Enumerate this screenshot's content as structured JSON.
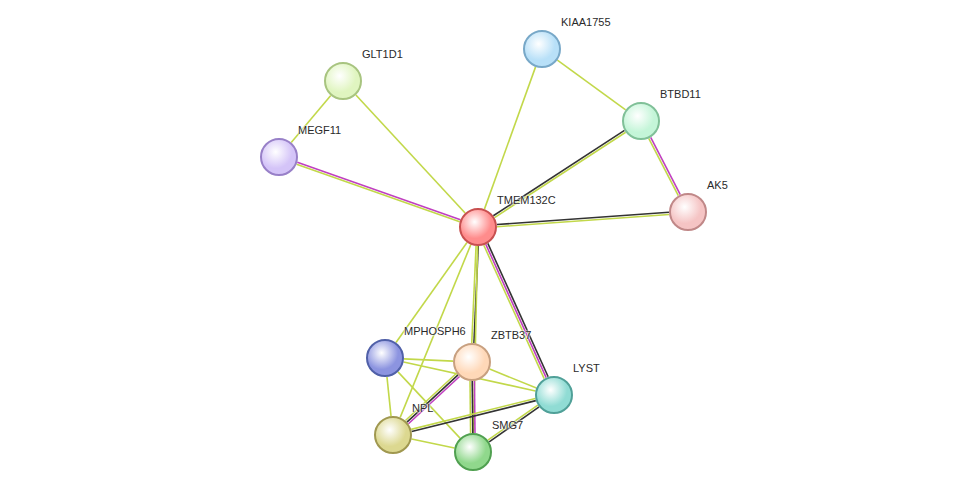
{
  "diagram": {
    "nodes": [
      {
        "text": [
          "KIAA1755"
        ]
      },
      {
        "text": [
          "GLT1D1"
        ]
      },
      {
        "text": [
          "BTBD11"
        ]
      },
      {
        "text": [
          "MEGF11"
        ]
      },
      {
        "text": [
          "AK5"
        ]
      },
      {
        "text": [
          "TMEM132C"
        ]
      },
      {
        "text": [
          "MPHOSPH6"
        ]
      },
      {
        "text": [
          "ZBTB37"
        ]
      },
      {
        "text": [
          "LYST"
        ]
      },
      {
        "text": [
          "NPL"
        ]
      },
      {
        "text": [
          "SMG7"
        ]
      }
    ],
    "edges": [
      {
        "from": 1,
        "to": 3,
        "arrow": "none"
      },
      {
        "from": 1,
        "to": 5,
        "arrow": "none"
      },
      {
        "from": 3,
        "to": 5,
        "arrow": "none"
      },
      {
        "from": 0,
        "to": 5,
        "arrow": "none"
      },
      {
        "from": 0,
        "to": 2,
        "arrow": "none"
      },
      {
        "from": 2,
        "to": 5,
        "arrow": "none"
      },
      {
        "from": 2,
        "to": 4,
        "arrow": "none"
      },
      {
        "from": 5,
        "to": 4,
        "arrow": "none"
      },
      {
        "from": 5,
        "to": 6,
        "arrow": "none"
      },
      {
        "from": 5,
        "to": 7,
        "arrow": "none"
      },
      {
        "from": 5,
        "to": 8,
        "arrow": "none"
      },
      {
        "from": 5,
        "to": 9,
        "arrow": "none"
      },
      {
        "from": 5,
        "to": 10,
        "arrow": "none"
      },
      {
        "from": 6,
        "to": 7,
        "arrow": "none"
      },
      {
        "from": 6,
        "to": 9,
        "arrow": "none"
      },
      {
        "from": 6,
        "to": 10,
        "arrow": "none"
      },
      {
        "from": 6,
        "to": 8,
        "arrow": "none"
      },
      {
        "from": 7,
        "to": 9,
        "arrow": "none"
      },
      {
        "from": 7,
        "to": 10,
        "arrow": "none"
      },
      {
        "from": 7,
        "to": 8,
        "arrow": "none"
      },
      {
        "from": 8,
        "to": 9,
        "arrow": "none"
      },
      {
        "from": 8,
        "to": 10,
        "arrow": "none"
      },
      {
        "from": 9,
        "to": 10,
        "arrow": "none"
      }
    ]
  }
}
